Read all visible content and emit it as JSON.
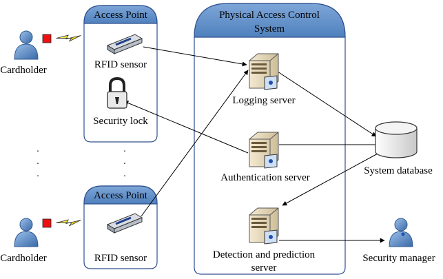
{
  "groups": {
    "access_point_top": {
      "title": "Access Point"
    },
    "access_point_bottom": {
      "title": "Access Point"
    },
    "pacs": {
      "title_line1": "Physical Access Control",
      "title_line2": "System"
    }
  },
  "nodes": {
    "cardholder_top": "Cardholder",
    "cardholder_bottom": "Cardholder",
    "rfid_sensor_top": "RFID sensor",
    "rfid_sensor_bottom": "RFID sensor",
    "security_lock": "Security lock",
    "logging_server": "Logging server",
    "authentication_server": "Authentication server",
    "detection_server_line1": "Detection and prediction",
    "detection_server_line2": "server",
    "system_database": "System database",
    "security_manager": "Security manager"
  },
  "ellipsis": ".",
  "colors": {
    "group_header": "#4f81bd",
    "group_border": "#2f4f8f",
    "person": "#4f81bd",
    "card": "#ee1111",
    "signal": "#ffff00",
    "server": "#e8dcc0",
    "database": "#e6e6e6"
  }
}
